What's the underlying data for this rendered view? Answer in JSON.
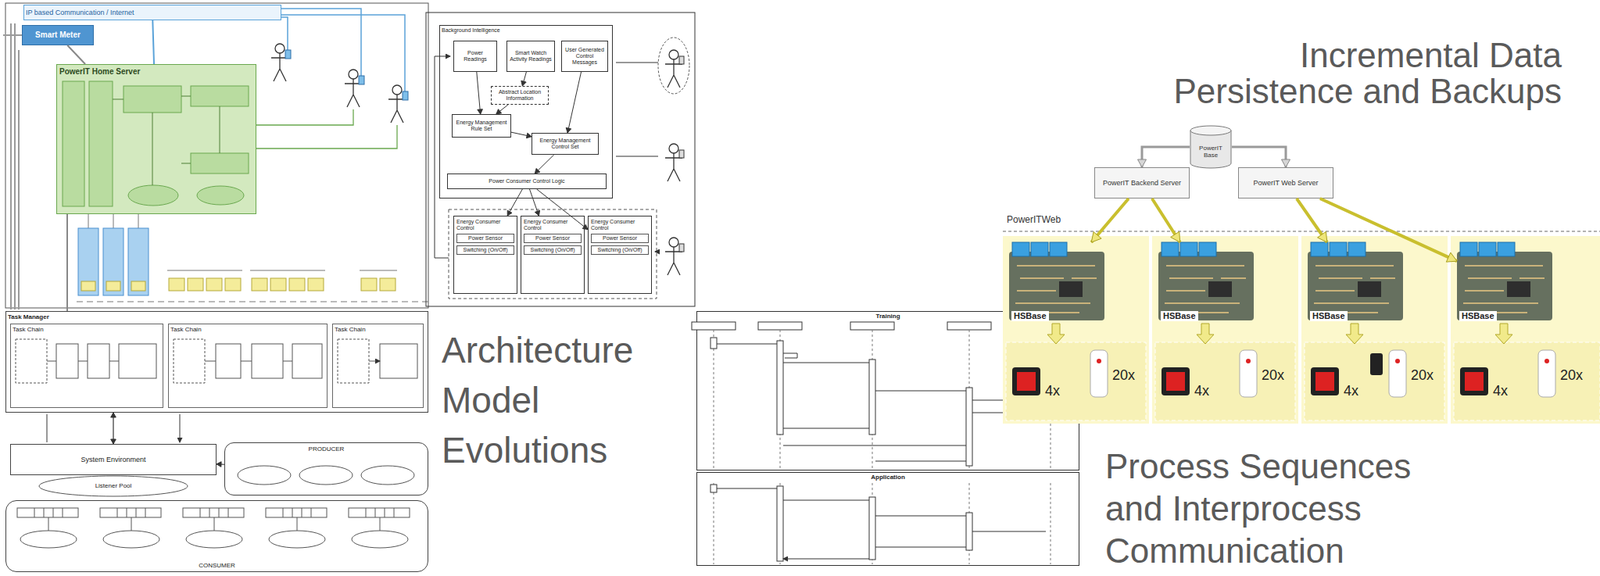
{
  "diagram": {
    "nodes": [
      {
        "text": [
          "IP based Communication / Internet"
        ]
      },
      {
        "text": [
          "Smart Meter"
        ]
      },
      {
        "text": [
          "PowerIT Home Server"
        ]
      },
      {
        "text": [
          "Task Manager"
        ]
      },
      {
        "text": [
          "Task Chain"
        ],
        "in": 3
      },
      {
        "text": [
          "Task Chain"
        ],
        "in": 3
      },
      {
        "text": [
          "Task Chain"
        ],
        "in": 3
      },
      {
        "text": [
          "System Environment"
        ]
      },
      {
        "text": [
          "PRODUCER"
        ]
      },
      {
        "text": [
          "CONSUMER"
        ]
      },
      {
        "text": [
          "Background Intelligence"
        ]
      },
      {
        "text": [
          "Power Readings"
        ],
        "in": 10
      },
      {
        "text": [
          "Smart Watch Activity Readings"
        ],
        "in": 10
      },
      {
        "text": [
          "User Generated Control Messages"
        ],
        "in": 10
      },
      {
        "text": [
          "Abstract Location Information"
        ],
        "in": 10
      },
      {
        "text": [
          "Energy Management Rule Set"
        ],
        "in": 10
      },
      {
        "text": [
          "Energy Management Control Set"
        ],
        "in": 10
      },
      {
        "text": [
          "Power Consumer Control Logic"
        ],
        "in": 10
      },
      {
        "text": [
          "Energy Consumer Control",
          "Power Sensor",
          "Switching (On/Off)"
        ]
      },
      {
        "text": [
          "Energy Consumer Control",
          "Power Sensor",
          "Switching (On/Off)"
        ]
      },
      {
        "text": [
          "Energy Consumer Control",
          "Power Sensor",
          "Switching (On/Off)"
        ]
      },
      {
        "text": [
          "Training"
        ]
      },
      {
        "text": [
          "Application"
        ]
      },
      {
        "text": [
          "PowerIT Base"
        ]
      },
      {
        "text": [
          "PowerIT Backend Server"
        ]
      },
      {
        "text": [
          "PowerIT Web Server"
        ]
      },
      {
        "text": [
          "HSBase"
        ]
      },
      {
        "text": [
          "HSBase"
        ]
      },
      {
        "text": [
          "HSBase"
        ]
      },
      {
        "text": [
          "HSBase"
        ]
      }
    ],
    "edges": [
      {
        "from": 0,
        "to": 2,
        "arrow": "none"
      },
      {
        "from": 1,
        "to": 2,
        "arrow": "none"
      },
      {
        "from": 2,
        "to": 3,
        "arrow": "none"
      },
      {
        "from": 3,
        "to": 7,
        "arrow": "both"
      },
      {
        "from": 8,
        "to": 7,
        "arrow": "to"
      },
      {
        "from": 11,
        "to": 15,
        "arrow": "to"
      },
      {
        "from": 12,
        "to": 14,
        "arrow": "to"
      },
      {
        "from": 14,
        "to": 15,
        "arrow": "to"
      },
      {
        "from": 13,
        "to": 16,
        "arrow": "to"
      },
      {
        "from": 15,
        "to": 16,
        "arrow": "to"
      },
      {
        "from": 16,
        "to": 17,
        "arrow": "to"
      },
      {
        "from": 17,
        "to": 18,
        "arrow": "to"
      },
      {
        "from": 17,
        "to": 19,
        "arrow": "to"
      },
      {
        "from": 17,
        "to": 20,
        "arrow": "to"
      },
      {
        "from": 23,
        "to": 24,
        "arrow": "to"
      },
      {
        "from": 23,
        "to": 25,
        "arrow": "to"
      },
      {
        "from": 24,
        "to": 26,
        "arrow": "to"
      },
      {
        "from": 24,
        "to": 27,
        "arrow": "to"
      },
      {
        "from": 25,
        "to": 28,
        "arrow": "to"
      },
      {
        "from": 25,
        "to": 29,
        "arrow": "to"
      }
    ],
    "labels": [
      "Incremental Data Persistence and Backups",
      "Architecture Model Evolutions",
      "PowerITWeb",
      "20x",
      "4x",
      "20x",
      "4x",
      "20x",
      "4x",
      "20x",
      "4x",
      "Process Sequences and Interprocess Communication",
      "Listener Pool"
    ]
  }
}
